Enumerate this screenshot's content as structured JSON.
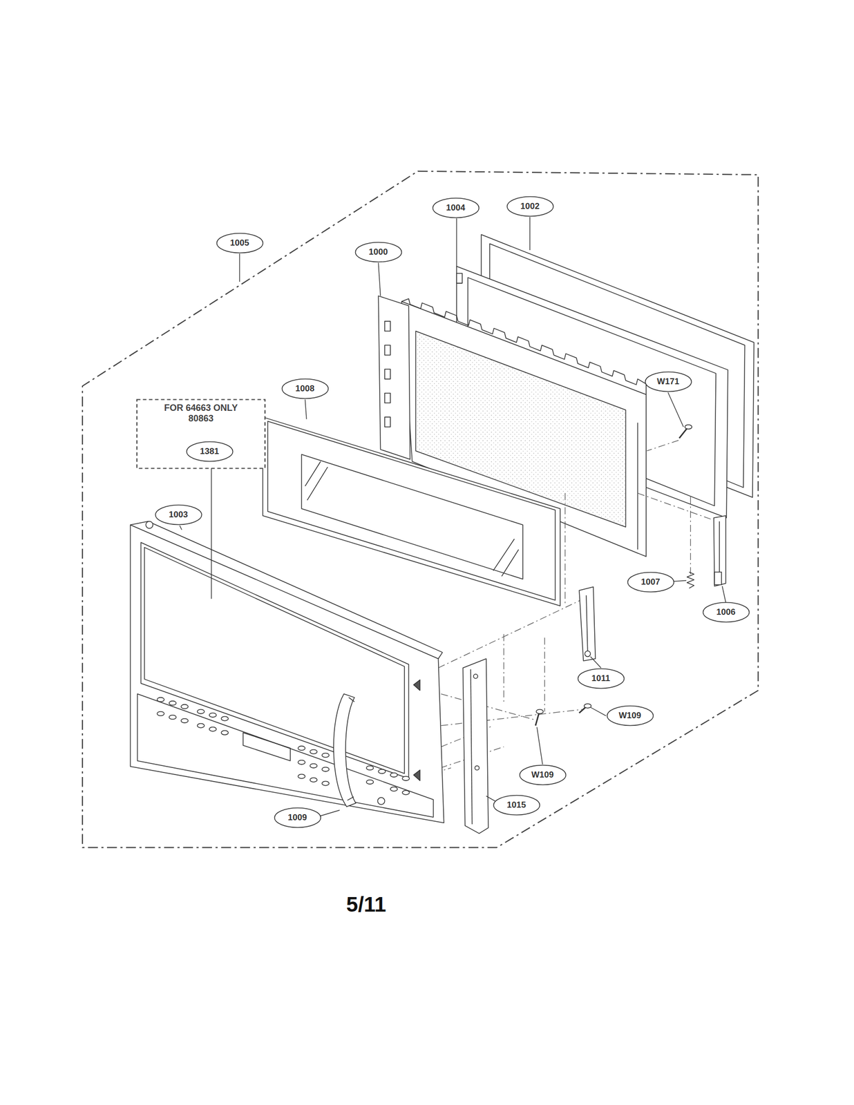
{
  "diagram": {
    "nodes": [
      {
        "text": [
          "1004"
        ]
      },
      {
        "text": [
          "1002"
        ]
      },
      {
        "text": [
          "1005"
        ]
      },
      {
        "text": [
          "1000"
        ]
      },
      {
        "text": [
          "1008"
        ]
      },
      {
        "text": [
          "W171"
        ]
      },
      {
        "text": [
          "FOR 64663 ONLY 80863"
        ]
      },
      {
        "text": [
          "1381"
        ],
        "in": 6
      },
      {
        "text": [
          "1003"
        ]
      },
      {
        "text": [
          "1007"
        ]
      },
      {
        "text": [
          "1006"
        ]
      },
      {
        "text": [
          "1011"
        ]
      },
      {
        "text": [
          "W109"
        ]
      },
      {
        "text": [
          "W109"
        ]
      },
      {
        "text": [
          "1015"
        ]
      },
      {
        "text": [
          "1009"
        ]
      }
    ],
    "labels": [
      "5/11"
    ]
  }
}
